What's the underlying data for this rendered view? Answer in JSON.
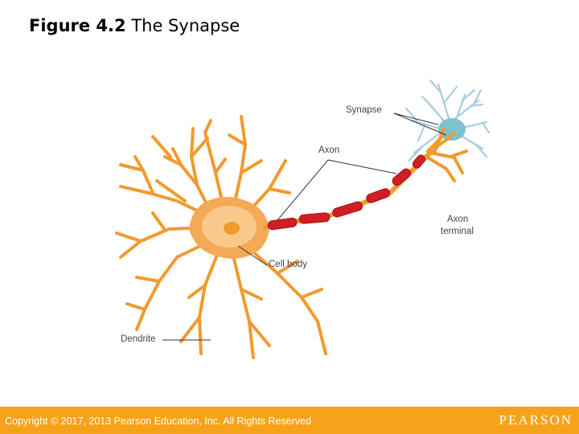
{
  "slide": {
    "figure_number": "Figure 4.2",
    "figure_title": "The Synapse"
  },
  "diagram": {
    "labels": {
      "synapse": "Synapse",
      "axon": "Axon",
      "axon_terminal_line1": "Axon",
      "axon_terminal_line2": "terminal",
      "cell_body": "Cell body",
      "dendrite": "Dendrite"
    },
    "colors": {
      "neuron": "#f29a2e",
      "neuron_light": "#f8c98a",
      "myelin": "#d01e24",
      "receiving_neuron": "#9fc7db",
      "receiving_body": "#7dc3cf"
    }
  },
  "footer": {
    "copyright": "Copyright © 2017, 2013 Pearson Education, Inc. All Rights Reserved",
    "brand": "PEARSON",
    "color": "#f7a21b"
  }
}
